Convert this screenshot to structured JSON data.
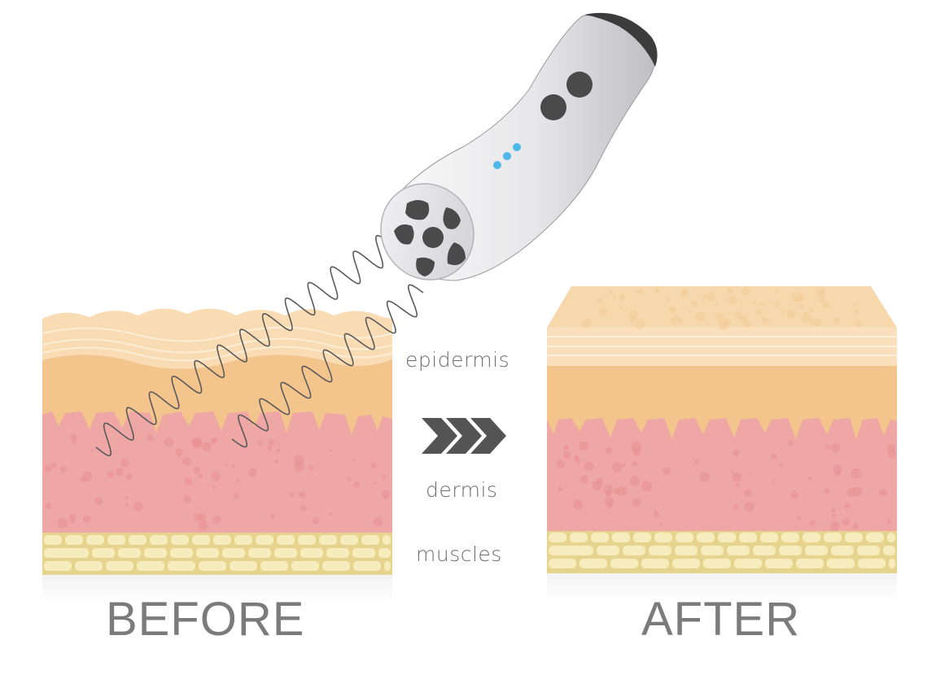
{
  "labels": {
    "epidermis": "epidermis",
    "dermis": "dermis",
    "muscles": "muscles",
    "before": "BEFORE",
    "after": "AFTER"
  },
  "colors": {
    "epidermis_top": "#f8dcb3",
    "epidermis_band": "#f3c48a",
    "dermis": "#eda5a3",
    "muscle_bg": "#e8d690",
    "muscle_cell": "#f6ebbb",
    "device_body": "#e6e6e8",
    "device_dark": "#4a4a4a",
    "led": "#4fb8ea",
    "arrow": "#555555"
  },
  "icons": {
    "device": "ultrasound-device-icon",
    "waves": "wave-icon",
    "arrow": "triple-chevron-right-icon"
  }
}
